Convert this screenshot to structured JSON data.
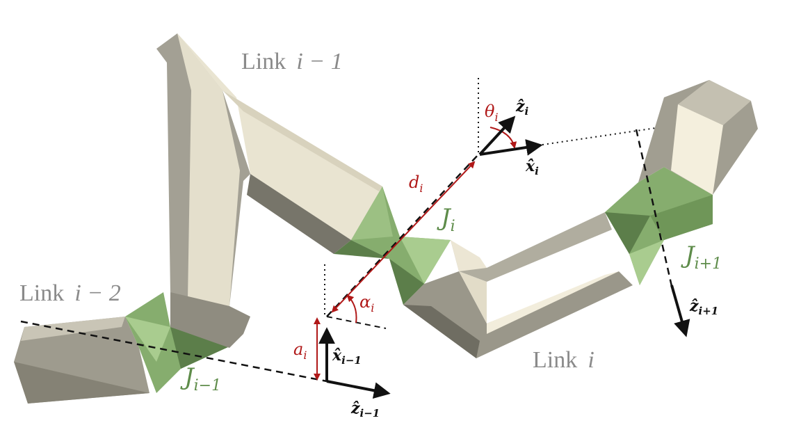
{
  "labels": {
    "link_im1": {
      "word": "Link",
      "var": "i − 1"
    },
    "link_im2": {
      "word": "Link",
      "var": "i − 2"
    },
    "link_i": {
      "word": "Link",
      "var": "i"
    },
    "joint_i": {
      "main": "J",
      "sub": "i"
    },
    "joint_im1": {
      "main": "J",
      "sub": "i−1"
    },
    "joint_ip1": {
      "main": "J",
      "sub": "i+1"
    },
    "d_i": {
      "main": "d",
      "sub": "i"
    },
    "theta_i": {
      "main": "θ",
      "sub": "i"
    },
    "alpha_i": {
      "main": "α",
      "sub": "i"
    },
    "a_i": {
      "main": "a",
      "sub": "i"
    },
    "z_i": {
      "main": "ẑ",
      "sub": "i"
    },
    "x_i": {
      "main": "x̂",
      "sub": "i"
    },
    "x_im1": {
      "main": "x̂",
      "sub": "i−1"
    },
    "z_im1": {
      "main": "ẑ",
      "sub": "i−1"
    },
    "z_ip1": {
      "main": "ẑ",
      "sub": "i+1"
    }
  },
  "colors": {
    "link_top": "#ece6d4",
    "link_side": "#b8b4a6",
    "link_dark": "#7a786c",
    "joint_green": "#86ad6e",
    "joint_dark": "#5c7e4a",
    "joint_light": "#a9cc8f",
    "red": "#b01818",
    "axis": "#111111"
  }
}
